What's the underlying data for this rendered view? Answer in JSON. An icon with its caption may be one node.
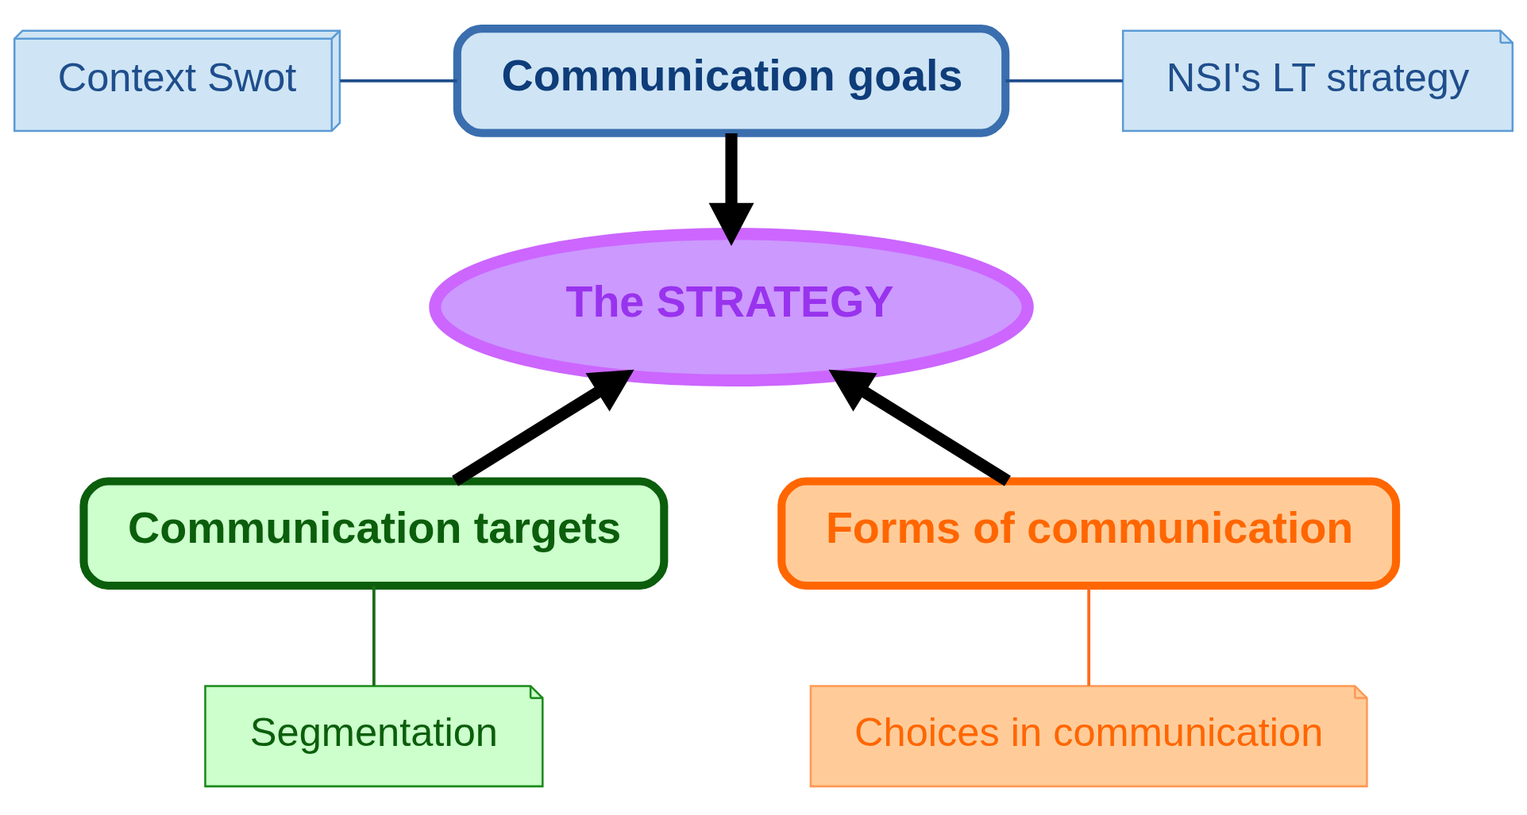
{
  "diagram": {
    "nodes": [
      {
        "text": [
          "Context Swot"
        ]
      },
      {
        "text": [
          "Communication goals"
        ]
      },
      {
        "text": [
          "NSI's LT strategy"
        ]
      },
      {
        "text": [
          "The STRATEGY"
        ]
      },
      {
        "text": [
          "Communication targets"
        ]
      },
      {
        "text": [
          "Forms of communication"
        ]
      },
      {
        "text": [
          "Segmentation"
        ]
      },
      {
        "text": [
          "Choices in communication"
        ]
      }
    ],
    "edges": [
      {
        "from": 0,
        "to": 1,
        "arrow": "none",
        "color": "#1f4e8c"
      },
      {
        "from": 1,
        "to": 2,
        "arrow": "none",
        "color": "#1f4e8c"
      },
      {
        "from": 1,
        "to": 3,
        "arrow": "to",
        "style": "thick"
      },
      {
        "from": 4,
        "to": 3,
        "arrow": "to",
        "style": "thick"
      },
      {
        "from": 5,
        "to": 3,
        "arrow": "to",
        "style": "thick"
      },
      {
        "from": 4,
        "to": 6,
        "arrow": "none",
        "color": "#1a6b1a"
      },
      {
        "from": 5,
        "to": 7,
        "arrow": "none",
        "color": "#ff6a1a"
      }
    ]
  }
}
